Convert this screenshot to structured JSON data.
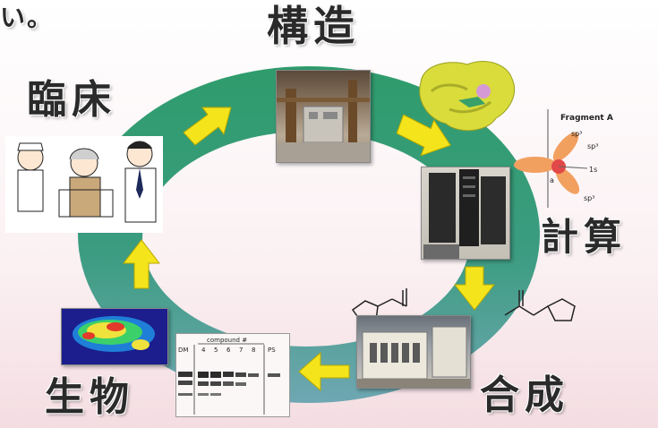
{
  "top_fragment": "い。",
  "stages": {
    "structure": "構造",
    "computation": "計算",
    "synthesis": "合成",
    "biology": "生物",
    "clinical": "臨床"
  },
  "orbital_figure": {
    "title": "Fragment A",
    "orbital_labels": [
      "sp³",
      "sp³",
      "1s",
      "sp³",
      "a"
    ]
  },
  "western_blot": {
    "header": "compound #",
    "lane_labels": [
      "DM",
      "4",
      "5",
      "6",
      "7",
      "8",
      "PS"
    ]
  },
  "colors": {
    "ring_top": "#2f9c6c",
    "ring_bottom": "#6fa7b2",
    "arrow": "#f4e41c",
    "protein_surface": "#d9dc3a",
    "orbital": "#f2a060"
  },
  "icons": [
    "cycle-ring",
    "right-arrow",
    "down-arrow",
    "left-arrow",
    "up-arrow"
  ]
}
